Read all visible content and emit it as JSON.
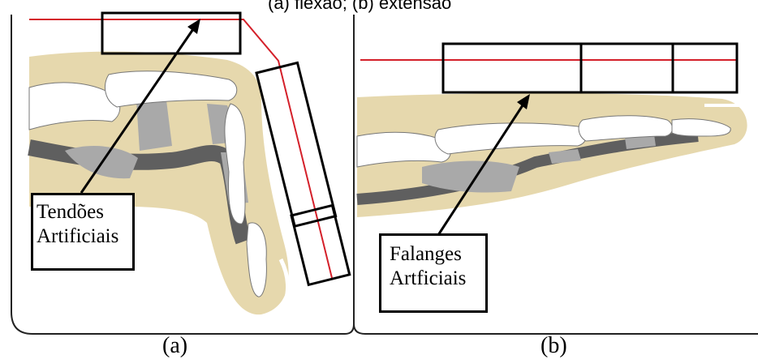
{
  "figure": {
    "caption": "(a) flexão; (b) extensão",
    "panels": [
      {
        "label": "(a)",
        "box_label_lines": [
          "Tendões",
          "Artificiais"
        ]
      },
      {
        "label": "(b)",
        "box_label_lines": [
          "Falanges",
          "Artficiais"
        ]
      }
    ]
  },
  "colors": {
    "tendon_line": "#d4202a",
    "skin": "#e6d8ad",
    "bone": "#ffffff",
    "cartilage": "#a9a9a9",
    "tendon_dark": "#5f5f5f",
    "outline": "#000000"
  }
}
